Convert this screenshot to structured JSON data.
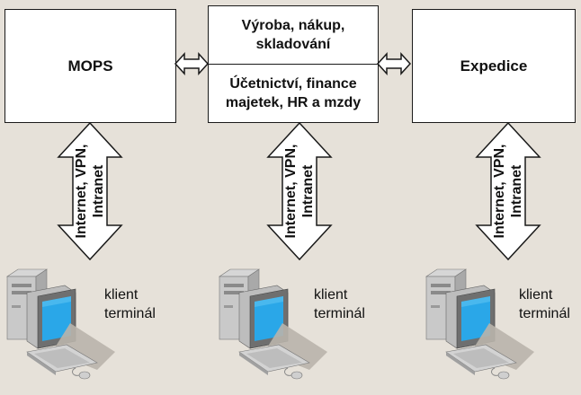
{
  "boxes": {
    "mops": "MOPS",
    "expedice": "Expedice",
    "center_top_line1": "Výroba, nákup,",
    "center_top_line2": "skladování",
    "center_bottom_line1": "Účetnictví, finance",
    "center_bottom_line2": "majetek, HR a mzdy"
  },
  "connections": {
    "label_line1": "Internet, VPN,",
    "label_line2": "Intranet"
  },
  "terminals": {
    "line1": "klient",
    "line2": "terminál"
  },
  "colors": {
    "background": "#e6e1d9",
    "screen": "#2aa7e8",
    "arrow_fill": "#ffffff",
    "stroke": "#1a1a1a"
  },
  "icons": [
    "double-arrow-icon",
    "computer-icon"
  ]
}
